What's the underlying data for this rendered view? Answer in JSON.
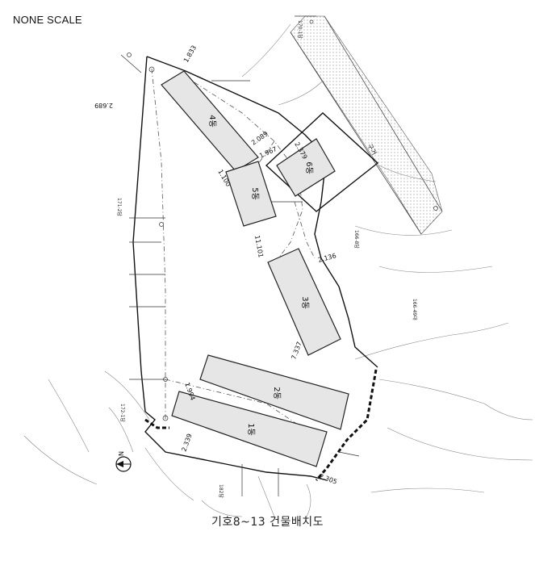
{
  "header": {
    "scale_note": "NONE SCALE"
  },
  "caption": "기호8~13 건물배치도",
  "buildings": {
    "b1": "1동",
    "b2": "2동",
    "b3": "3동",
    "b4": "4동",
    "b5": "5동",
    "b6": "6동"
  },
  "dimensions": {
    "d1": "1.833",
    "d2": "2.689",
    "d3": "2.089",
    "d4": "1.967",
    "d5": "2.379",
    "d6": "1.100",
    "d7": "11.101",
    "d8": "2.136",
    "d9": "7.337",
    "d10": "1.994",
    "d11": "2.339",
    "d12": "2.305"
  },
  "labels": {
    "lot_171_2": "171-2답",
    "lot_172_1": "172-1답",
    "lot_166_49": "166-49대",
    "lot_166_8": "166-8답",
    "lot_182": "182답",
    "lot_170": "170-1답",
    "road": "구거",
    "north": "N"
  },
  "colors": {
    "road_fill": "#f4f4f4",
    "building_fill": "#e6e6e6"
  }
}
